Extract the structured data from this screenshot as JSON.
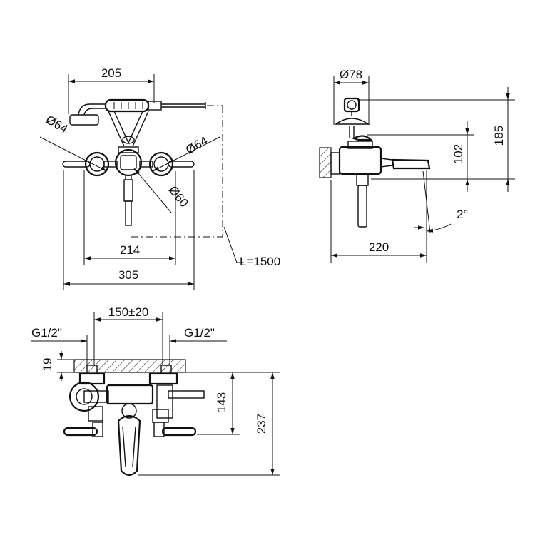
{
  "front_view": {
    "dim_top_width": "205",
    "dim_left_diameter": "Ø64",
    "dim_right_diameter": "Ø64",
    "dim_center_diameter": "Ø60",
    "dim_inner_width": "214",
    "dim_outer_width": "305",
    "hose_length": "L=1500"
  },
  "side_view": {
    "dim_top_diameter": "Ø78",
    "dim_height_total": "185",
    "dim_height_mid": "102",
    "dim_spout_length": "220",
    "dim_spout_angle": "2°"
  },
  "top_view": {
    "dim_center_distance": "150±20",
    "thread_left": "G1/2\"",
    "thread_right": "G1/2\"",
    "dim_wall_offset": "19",
    "dim_depth_mid": "143",
    "dim_depth_total": "237"
  }
}
